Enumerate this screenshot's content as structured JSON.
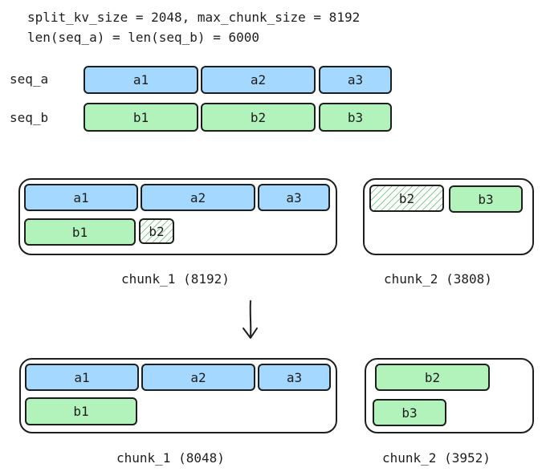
{
  "header": {
    "line1": "split_kv_size = 2048, max_chunk_size = 8192",
    "line2": "len(seq_a) = len(seq_b) = 6000"
  },
  "sequences": {
    "seq_a": {
      "label": "seq_a",
      "blocks": [
        "a1",
        "a2",
        "a3"
      ]
    },
    "seq_b": {
      "label": "seq_b",
      "blocks": [
        "b1",
        "b2",
        "b3"
      ]
    }
  },
  "before": {
    "chunk_1": {
      "label": "chunk_1 (8192)",
      "row1": [
        "a1",
        "a2",
        "a3"
      ],
      "row2": [
        "b1",
        "b2"
      ]
    },
    "chunk_2": {
      "label": "chunk_2 (3808)",
      "row1": [
        "b2",
        "b3"
      ]
    }
  },
  "after": {
    "chunk_1": {
      "label": "chunk_1 (8048)",
      "row1": [
        "a1",
        "a2",
        "a3"
      ],
      "row2": [
        "b1"
      ]
    },
    "chunk_2": {
      "label": "chunk_2 (3952)",
      "row1": [
        "b2"
      ],
      "row2": [
        "b3"
      ]
    }
  },
  "colors": {
    "seq_a": "#a5d8ff",
    "seq_b": "#b2f2bb",
    "stroke": "#1e1e1e"
  },
  "icons": {
    "transition": "arrow-down-icon"
  }
}
